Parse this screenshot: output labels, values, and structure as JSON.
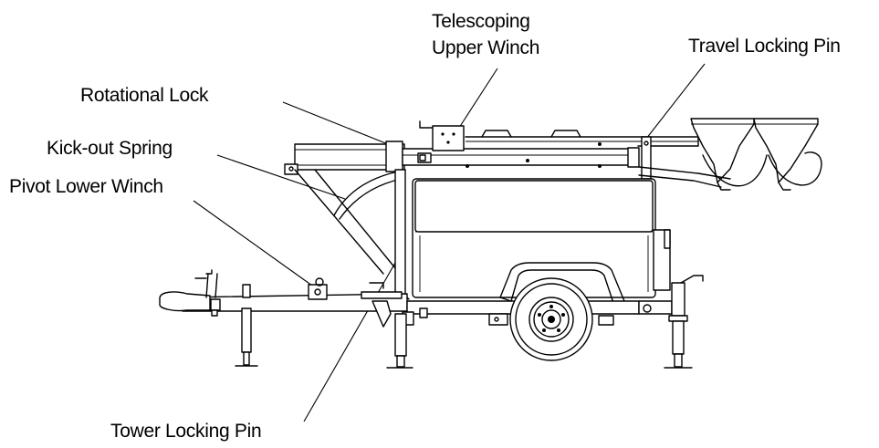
{
  "diagram": {
    "labels": {
      "telescoping_upper_winch": [
        "Telescoping",
        "Upper Winch"
      ],
      "travel_locking_pin": "Travel Locking Pin",
      "rotational_lock": "Rotational Lock",
      "kick_out_spring": "Kick-out Spring",
      "pivot_lower_winch": "Pivot Lower Winch",
      "tower_locking_pin": "Tower Locking Pin"
    }
  }
}
